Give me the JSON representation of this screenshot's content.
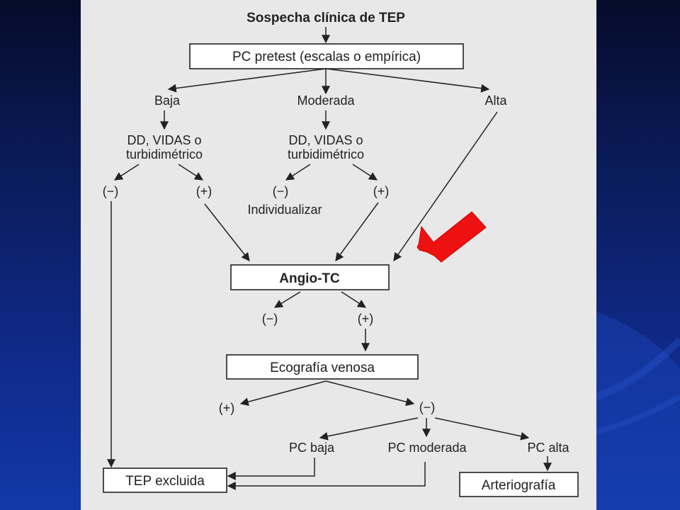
{
  "title": "Sospecha clínica de TEP",
  "nodes": {
    "pretest": "PC pretest (escalas o empírica)",
    "baja": "Baja",
    "moderada": "Moderada",
    "alta": "Alta",
    "dd_left_1": "DD, VIDAS o",
    "dd_left_2": "turbidimétrico",
    "dd_mid_1": "DD, VIDAS o",
    "dd_mid_2": "turbidimétrico",
    "neg_left": "(−)",
    "pos_left": "(+)",
    "neg_mid": "(−)",
    "pos_mid": "(+)",
    "individualizar": "Individualizar",
    "angio": "Angio-TC",
    "angio_neg": "(−)",
    "angio_pos": "(+)",
    "ecografia": "Ecografía venosa",
    "eco_pos": "(+)",
    "eco_neg": "(−)",
    "pc_baja": "PC baja",
    "pc_moderada": "PC moderada",
    "pc_alta": "PC alta",
    "tep_excluida": "TEP excluida",
    "arteriografia": "Arteriografía"
  },
  "colors": {
    "highlight_arrow": "#ee1111",
    "panel": "#e8e8e8",
    "background": "#0f2a8a"
  }
}
